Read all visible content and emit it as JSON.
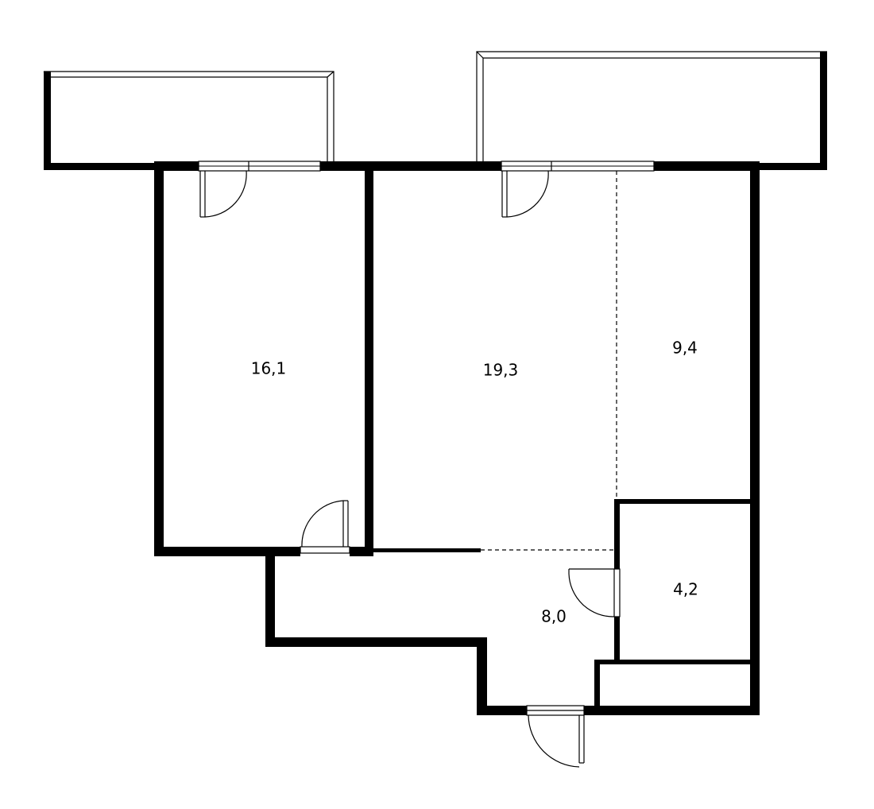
{
  "colors": {
    "wall": "#000000",
    "background": "#ffffff"
  },
  "rooms": [
    {
      "id": "bedroom",
      "area": "16,1"
    },
    {
      "id": "living",
      "area": "19,3"
    },
    {
      "id": "kitchen",
      "area": "9,4"
    },
    {
      "id": "bathroom",
      "area": "4,2"
    },
    {
      "id": "hall",
      "area": "8,0"
    }
  ]
}
